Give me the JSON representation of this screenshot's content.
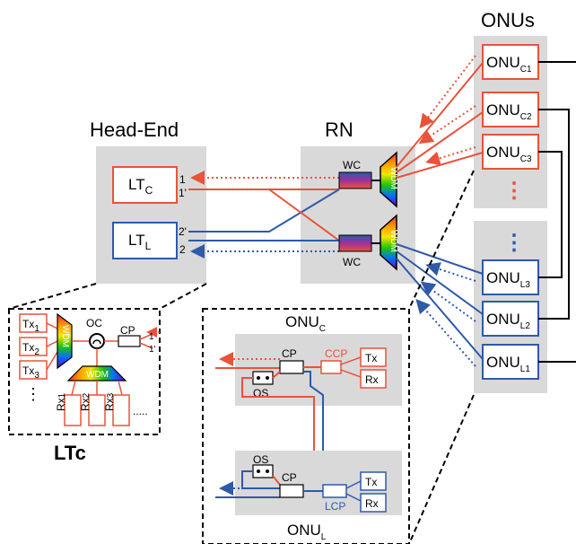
{
  "titles": {
    "head_end": "Head-End",
    "rn": "RN",
    "onus": "ONUs",
    "ltc_zoom": "LTc",
    "onu_c_zoom": "ONU",
    "onu_c_sub": "C",
    "onu_l_zoom": "ONU",
    "onu_l_sub": "L"
  },
  "head_end": {
    "ltc": {
      "main": "LT",
      "sub": "C"
    },
    "ltl": {
      "main": "LT",
      "sub": "L"
    },
    "ports": {
      "p1": "1",
      "p1p": "1'",
      "p2p": "2'",
      "p2": "2"
    }
  },
  "rn": {
    "wc_top": "WC",
    "wc_bottom": "WC",
    "wdm": "WDM"
  },
  "onus": {
    "c1": {
      "main": "ONU",
      "sub": "C1"
    },
    "c2": {
      "main": "ONU",
      "sub": "C2"
    },
    "c3": {
      "main": "ONU",
      "sub": "C3"
    },
    "l3": {
      "main": "ONU",
      "sub": "L3"
    },
    "l2": {
      "main": "ONU",
      "sub": "L2"
    },
    "l1": {
      "main": "ONU",
      "sub": "L1"
    },
    "dots_c": "⋮",
    "dots_l": "⋮"
  },
  "ltc_detail": {
    "tx1": {
      "main": "Tx",
      "sub": "1"
    },
    "tx2": {
      "main": "Tx",
      "sub": "2"
    },
    "tx3": {
      "main": "Tx",
      "sub": "3"
    },
    "rx1": {
      "main": "Rx",
      "sub": "1"
    },
    "rx2": {
      "main": "Rx",
      "sub": "2"
    },
    "rx3": {
      "main": "Rx",
      "sub": "3"
    },
    "oc": "OC",
    "cp": "CP",
    "port1": "1",
    "port1p": "1'",
    "wdm": "WDM",
    "dots_v": "⋮",
    "dots_h": "....."
  },
  "onu_detail": {
    "c_cp": "CP",
    "c_ccp": "CCP",
    "c_os": "OS",
    "c_tx": "Tx",
    "c_rx": "Rx",
    "l_cp": "CP",
    "l_lcp": "LCP",
    "l_os": "OS",
    "l_tx": "Tx",
    "l_rx": "Rx"
  },
  "colors": {
    "red": "#e8533a",
    "blue": "#2e5aa8",
    "gray_fill": "#d9d9d9",
    "text": "#000000"
  }
}
